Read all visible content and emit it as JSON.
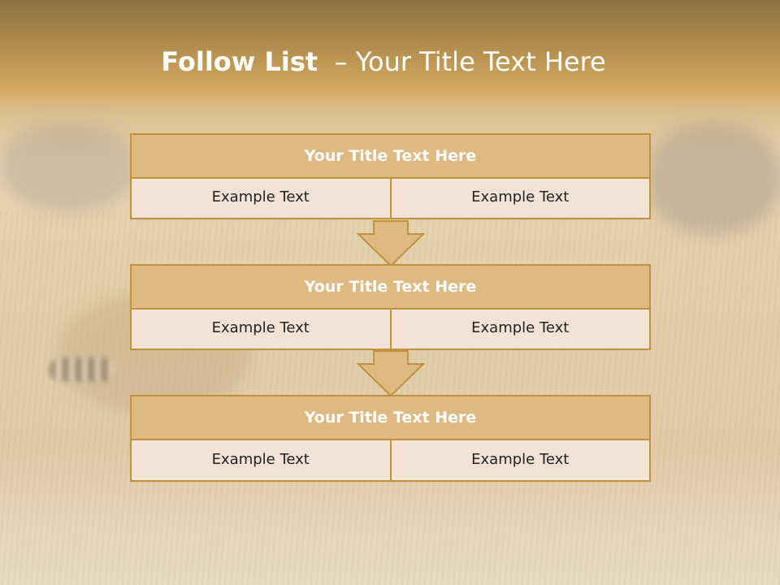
{
  "slide": {
    "title_bold": "Follow List",
    "title_rest": "– Your Title Text Here"
  },
  "blocks": [
    {
      "title": "Your Title Text Here",
      "cells": [
        "Example Text",
        "Example Text"
      ]
    },
    {
      "title": "Your Title Text Here",
      "cells": [
        "Example Text",
        "Example Text"
      ]
    },
    {
      "title": "Your Title Text Here",
      "cells": [
        "Example Text",
        "Example Text"
      ]
    }
  ],
  "colors": {
    "header_band": "#b48e4e",
    "block_title_fill": "#deb981",
    "block_border": "#c1923d",
    "cell_fill": "#f2e3d6",
    "text_dark": "#222222",
    "text_light": "#ffffff"
  },
  "icons": [
    "down-arrow-icon",
    "down-arrow-icon"
  ]
}
